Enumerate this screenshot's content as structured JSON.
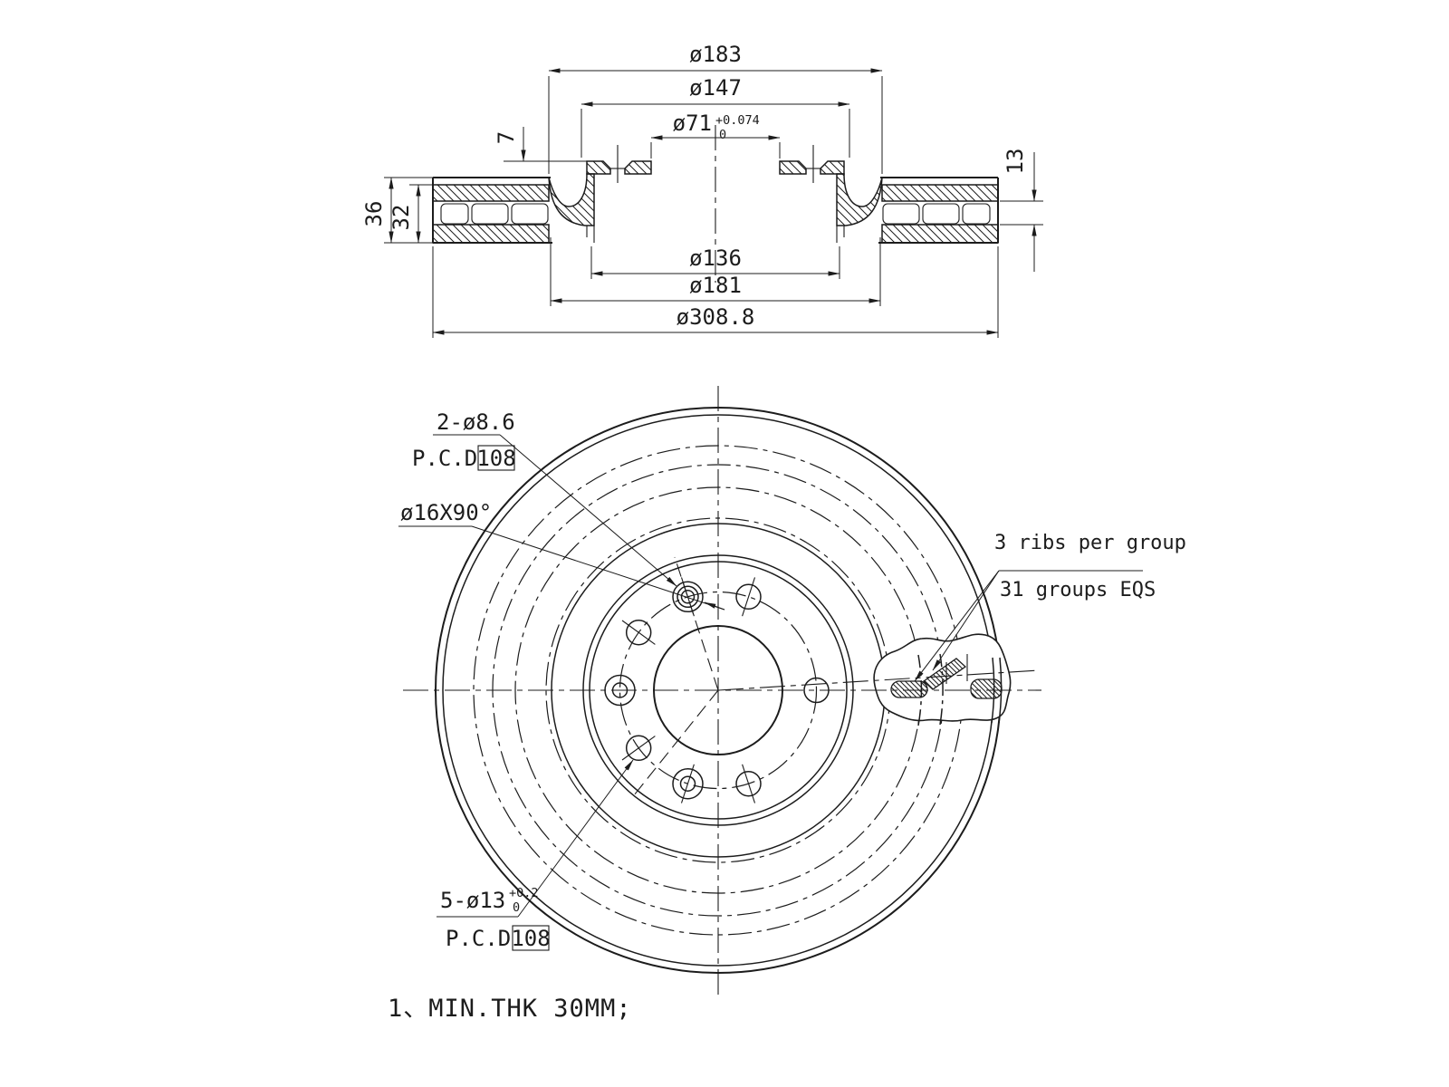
{
  "section_view": {
    "dims": {
      "d183": "ø183",
      "d147": "ø147",
      "d71_main": "ø71",
      "d71_tol_sup": "+0.074",
      "d71_tol_sub": "0",
      "d7": "7",
      "d13": "13",
      "d36": "36",
      "d32": "32",
      "d136": "ø136",
      "d181": "ø181",
      "d3088": "ø308.8"
    }
  },
  "front_view": {
    "callouts": {
      "small_holes_label": "2-ø8.6",
      "small_holes_pcd_label": "P.C.D",
      "small_holes_pcd_value": "108",
      "countersink_label": "ø16X90°",
      "lug_holes_main": "5-ø13",
      "lug_holes_tol_sup": "+0.2",
      "lug_holes_tol_sub": "0",
      "lug_holes_pcd_label": "P.C.D",
      "lug_holes_pcd_value": "108",
      "ribs_line1": "3 ribs per group",
      "ribs_line2": "31 groups EQS"
    }
  },
  "notes": {
    "note1": "1、MIN.THK 30MM;"
  }
}
